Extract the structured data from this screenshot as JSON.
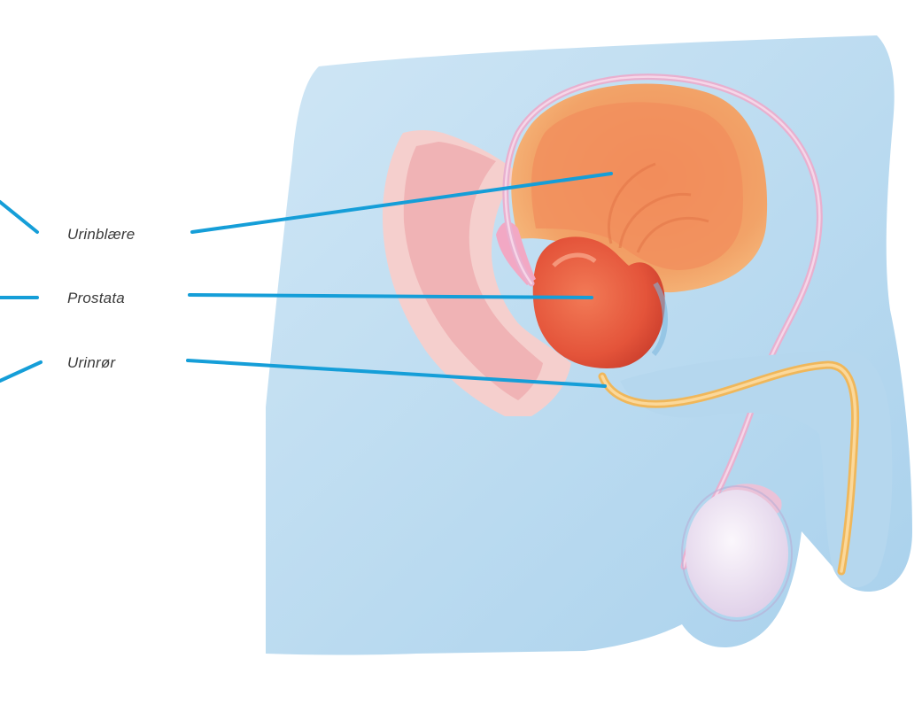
{
  "labels": {
    "bladder": "Urinblære",
    "prostate": "Prostata",
    "urethra": "Urinrør"
  },
  "colors": {
    "background": "#ffffff",
    "body": "#bcdcf0",
    "body_shadow": "#9ec8e6",
    "bladder": "#f4a060",
    "bladder_inner": "#f07f4e",
    "prostate": "#ec5a3c",
    "rectum": "#f6c7c6",
    "urethra": "#f5c26a",
    "vas_deferens": "#e8b4d2",
    "testis": "#eee4f2",
    "leader_line": "#159ed8",
    "label_text": "#3a3a3a"
  }
}
